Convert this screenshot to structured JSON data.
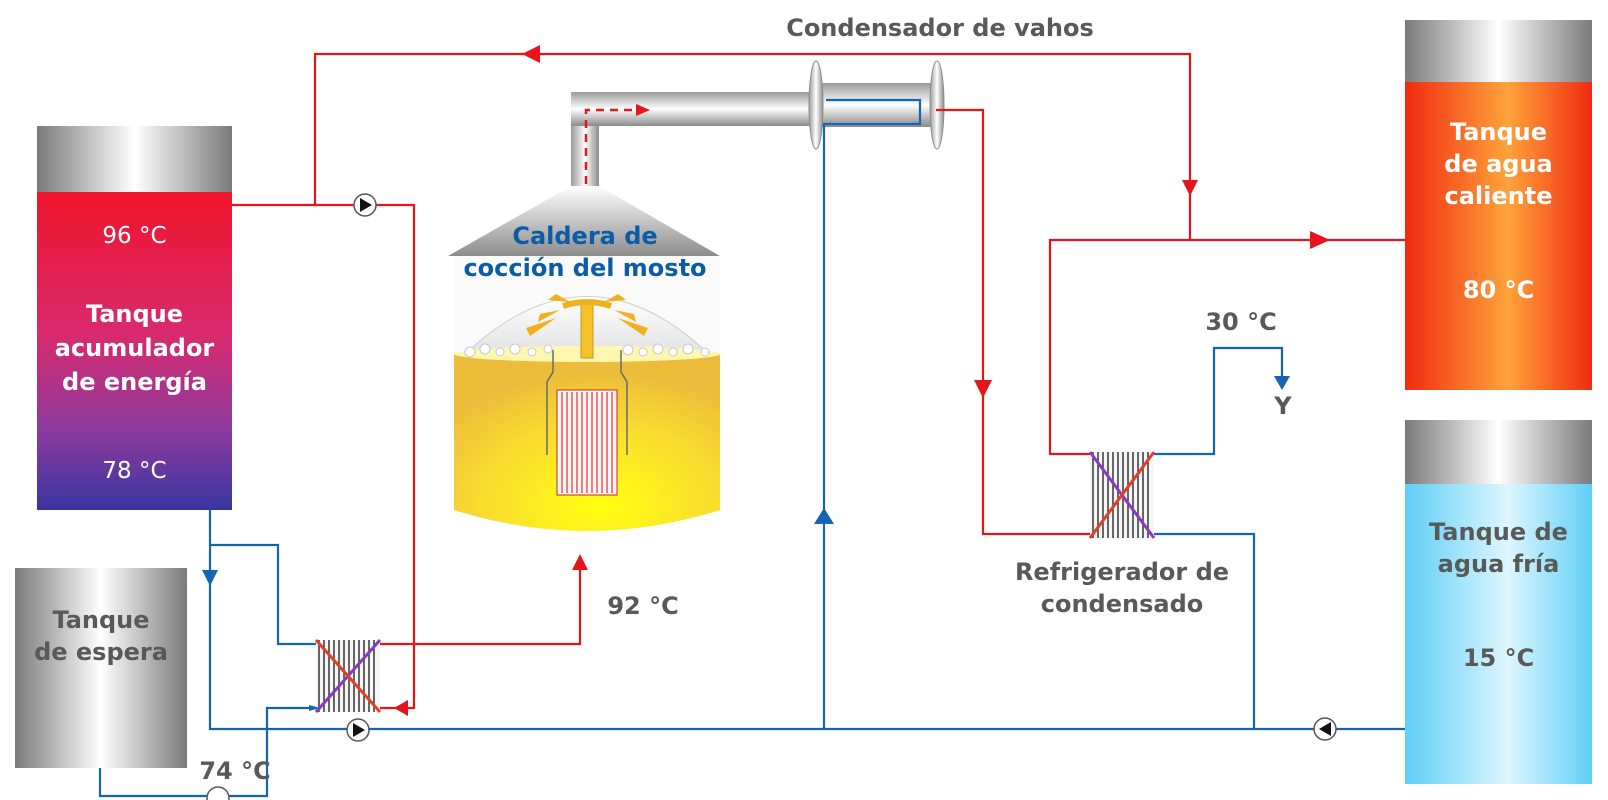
{
  "labels": {
    "condenser_vapors": "Condensador de vahos",
    "energy_tank_top_temp": "96 °C",
    "energy_tank_line1": "Tanque",
    "energy_tank_line2": "acumulador",
    "energy_tank_line3": "de energía",
    "energy_tank_bottom_temp": "78 °C",
    "wait_tank_line1": "Tanque",
    "wait_tank_line2": "de espera",
    "wait_out_temp": "74 °C",
    "kettle_line1": "Caldera de",
    "kettle_line2": "cocción del mosto",
    "kettle_in_temp": "92 °C",
    "hot_tank_line1": "Tanque",
    "hot_tank_line2": "de agua",
    "hot_tank_line3": "caliente",
    "hot_tank_temp": "80 °C",
    "cold_tank_line1": "Tanque de",
    "cold_tank_line2": "agua fría",
    "cold_tank_temp": "15 °C",
    "condensate_cooler_line1": "Refrigerador de",
    "condensate_cooler_line2": "condensado",
    "outlet_temp": "30 °C",
    "outlet_mark": "Y"
  },
  "colors": {
    "hot_line": "#e8141c",
    "cold_line": "#1565b5",
    "label_grey": "#595959",
    "label_blue": "#0b5ca8",
    "wort_yellow": "#f7d21e"
  }
}
